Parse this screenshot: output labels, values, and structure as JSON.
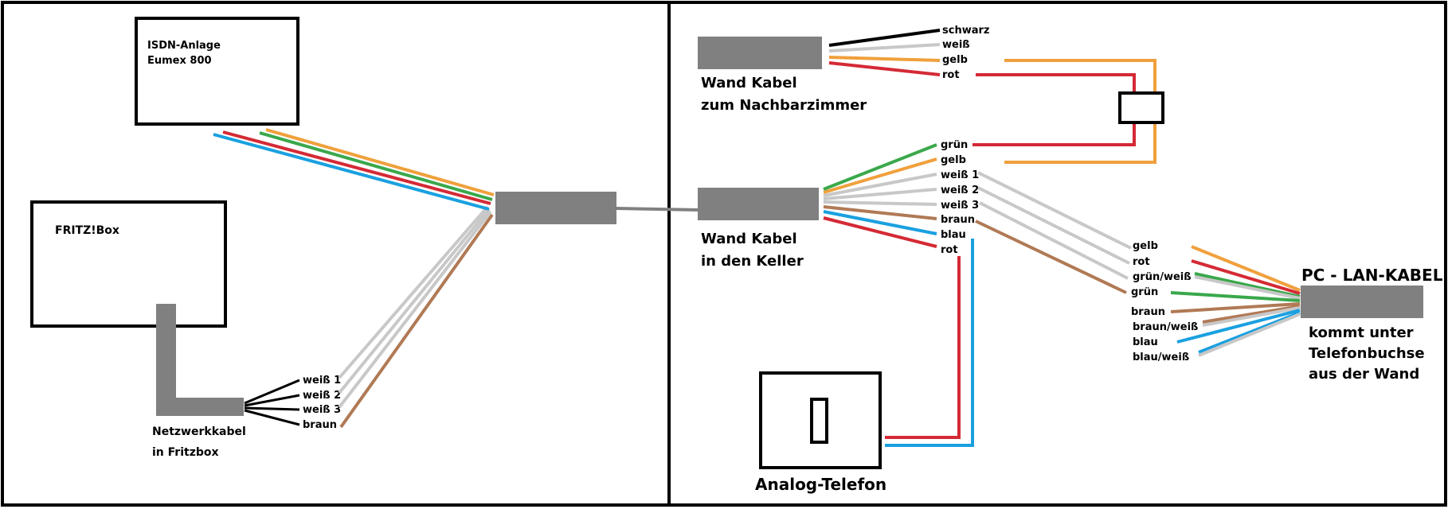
{
  "colors": {
    "black": "#000000",
    "white": "#c8c8c8",
    "yellow": "#f0a03c",
    "red": "#d42a35",
    "green": "#3aa84b",
    "brown": "#b07a55",
    "blue": "#1aa0e0",
    "connector": "#808080"
  },
  "left": {
    "isdn_line1": "ISDN-Anlage",
    "isdn_line2": "Eumex 800",
    "fritz": "FRITZ!Box",
    "netz_line1": "Netzwerkkabel",
    "netz_line2": "in Fritzbox",
    "wires": [
      "weiß 1",
      "weiß 2",
      "weiß 3",
      "braun"
    ]
  },
  "right": {
    "wand1_line1": "Wand Kabel",
    "wand1_line2": "zum Nachbarzimmer",
    "wand1_wires": [
      "schwarz",
      "weiß",
      "gelb",
      "rot"
    ],
    "wand2_line1": "Wand Kabel",
    "wand2_line2": "in den Keller",
    "wand2_wires": [
      "grün",
      "gelb",
      "weiß 1",
      "weiß 2",
      "weiß 3",
      "braun",
      "blau",
      "rot"
    ],
    "lan_title": "PC - LAN-KABEL",
    "lan_line1": "kommt unter",
    "lan_line2": "Telefonbuchse",
    "lan_line3": "aus der Wand",
    "lan_wires": [
      "gelb",
      "rot",
      "grün/weiß",
      "grün",
      "braun",
      "braun/weiß",
      "blau",
      "blau/weiß"
    ],
    "phone": "Analog-Telefon"
  }
}
